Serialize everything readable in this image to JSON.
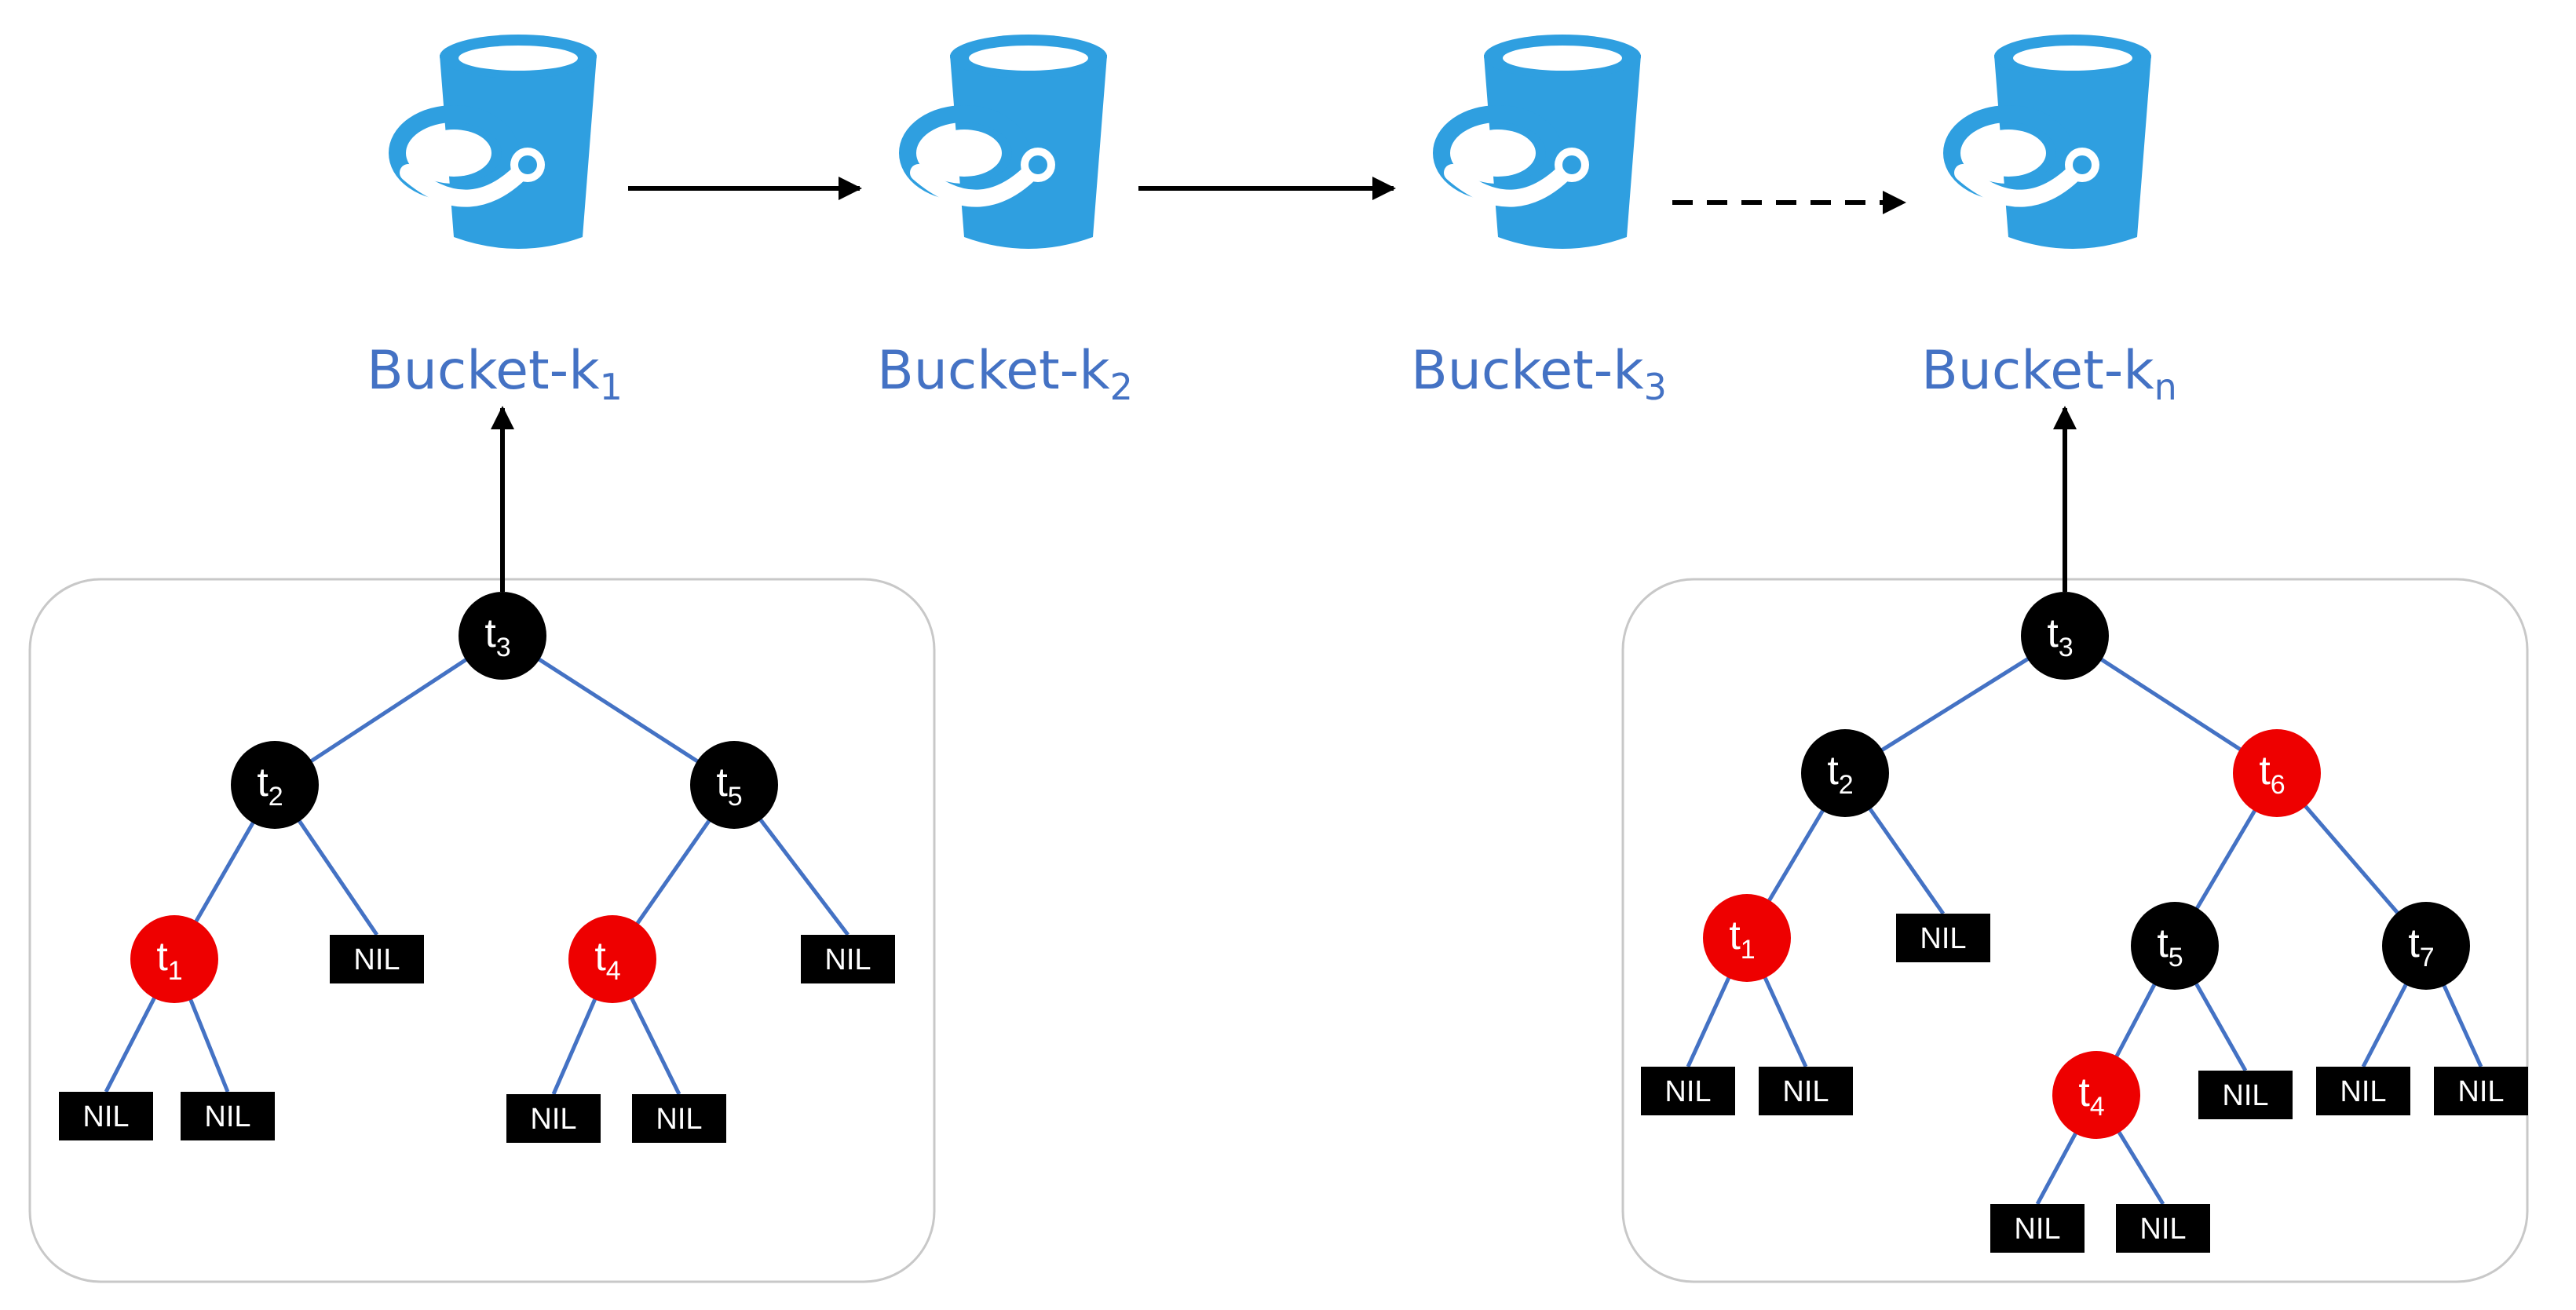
{
  "colors": {
    "bucket": "#2f9fe0",
    "label": "#4472c4",
    "black_node": "#000000",
    "red_node": "#ee0000",
    "tree_edge": "#4472c4",
    "arrow": "#000000"
  },
  "buckets": [
    {
      "icon": "bucket-icon",
      "label_main": "Bucket-k",
      "label_sub": "1"
    },
    {
      "icon": "bucket-icon",
      "label_main": "Bucket-k",
      "label_sub": "2"
    },
    {
      "icon": "bucket-icon",
      "label_main": "Bucket-k",
      "label_sub": "3"
    },
    {
      "icon": "bucket-icon",
      "label_main": "Bucket-k",
      "label_sub": "n"
    }
  ],
  "bucket_links": [
    {
      "from": 0,
      "to": 1,
      "style": "solid"
    },
    {
      "from": 1,
      "to": 2,
      "style": "solid"
    },
    {
      "from": 2,
      "to": 3,
      "style": "dashed"
    }
  ],
  "trees": [
    {
      "attached_bucket": 0,
      "nodes": [
        {
          "id": "t3",
          "type": "node",
          "color": "black",
          "label": "t",
          "sub": "3",
          "parent": null
        },
        {
          "id": "t2",
          "type": "node",
          "color": "black",
          "label": "t",
          "sub": "2",
          "parent": "t3"
        },
        {
          "id": "t5",
          "type": "node",
          "color": "black",
          "label": "t",
          "sub": "5",
          "parent": "t3"
        },
        {
          "id": "t1",
          "type": "node",
          "color": "red",
          "label": "t",
          "sub": "1",
          "parent": "t2"
        },
        {
          "id": "n_t2r",
          "type": "nil",
          "label": "NIL",
          "parent": "t2"
        },
        {
          "id": "t4",
          "type": "node",
          "color": "red",
          "label": "t",
          "sub": "4",
          "parent": "t5"
        },
        {
          "id": "n_t5r",
          "type": "nil",
          "label": "NIL",
          "parent": "t5"
        },
        {
          "id": "n_t1l",
          "type": "nil",
          "label": "NIL",
          "parent": "t1"
        },
        {
          "id": "n_t1r",
          "type": "nil",
          "label": "NIL",
          "parent": "t1"
        },
        {
          "id": "n_t4l",
          "type": "nil",
          "label": "NIL",
          "parent": "t4"
        },
        {
          "id": "n_t4r",
          "type": "nil",
          "label": "NIL",
          "parent": "t4"
        }
      ]
    },
    {
      "attached_bucket": 3,
      "nodes": [
        {
          "id": "t3",
          "type": "node",
          "color": "black",
          "label": "t",
          "sub": "3",
          "parent": null
        },
        {
          "id": "t2",
          "type": "node",
          "color": "black",
          "label": "t",
          "sub": "2",
          "parent": "t3"
        },
        {
          "id": "t6",
          "type": "node",
          "color": "red",
          "label": "t",
          "sub": "6",
          "parent": "t3"
        },
        {
          "id": "t1",
          "type": "node",
          "color": "red",
          "label": "t",
          "sub": "1",
          "parent": "t2"
        },
        {
          "id": "n_t2r",
          "type": "nil",
          "label": "NIL",
          "parent": "t2"
        },
        {
          "id": "t5",
          "type": "node",
          "color": "black",
          "label": "t",
          "sub": "5",
          "parent": "t6"
        },
        {
          "id": "t7",
          "type": "node",
          "color": "black",
          "label": "t",
          "sub": "7",
          "parent": "t6"
        },
        {
          "id": "n_t1l",
          "type": "nil",
          "label": "NIL",
          "parent": "t1"
        },
        {
          "id": "n_t1r",
          "type": "nil",
          "label": "NIL",
          "parent": "t1"
        },
        {
          "id": "t4",
          "type": "node",
          "color": "red",
          "label": "t",
          "sub": "4",
          "parent": "t5"
        },
        {
          "id": "n_t5r",
          "type": "nil",
          "label": "NIL",
          "parent": "t5"
        },
        {
          "id": "n_t7l",
          "type": "nil",
          "label": "NIL",
          "parent": "t7"
        },
        {
          "id": "n_t7r",
          "type": "nil",
          "label": "NIL",
          "parent": "t7"
        },
        {
          "id": "n_t4l",
          "type": "nil",
          "label": "NIL",
          "parent": "t4"
        },
        {
          "id": "n_t4r",
          "type": "nil",
          "label": "NIL",
          "parent": "t4"
        }
      ]
    }
  ]
}
